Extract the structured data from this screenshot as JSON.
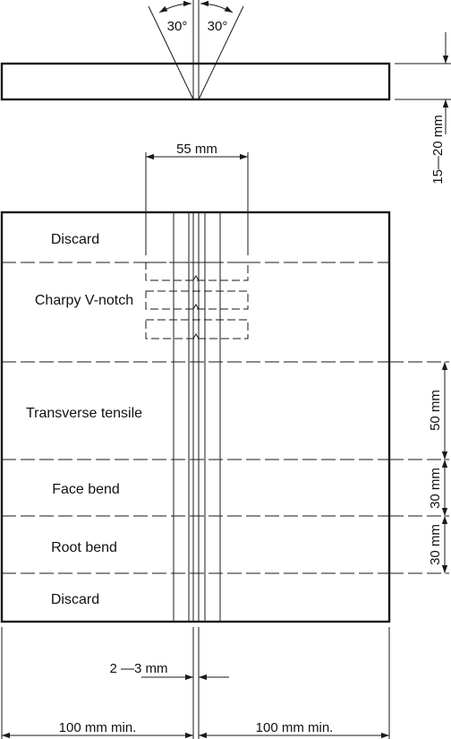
{
  "angles": {
    "left": "30°",
    "right": "30°"
  },
  "dimensions": {
    "notch_zone": "55 mm",
    "plate_offset": "15—20 mm",
    "tensile": "50 mm",
    "face_bend": "30 mm",
    "root_bend": "30 mm",
    "root_gap": "2 —3 mm",
    "left_width": "100 mm min.",
    "right_width": "100 mm min."
  },
  "zones": {
    "discard_top": "Discard",
    "charpy": "Charpy V-notch",
    "tensile": "Transverse tensile",
    "face_bend": "Face bend",
    "root_bend": "Root bend",
    "discard_bottom": "Discard"
  }
}
